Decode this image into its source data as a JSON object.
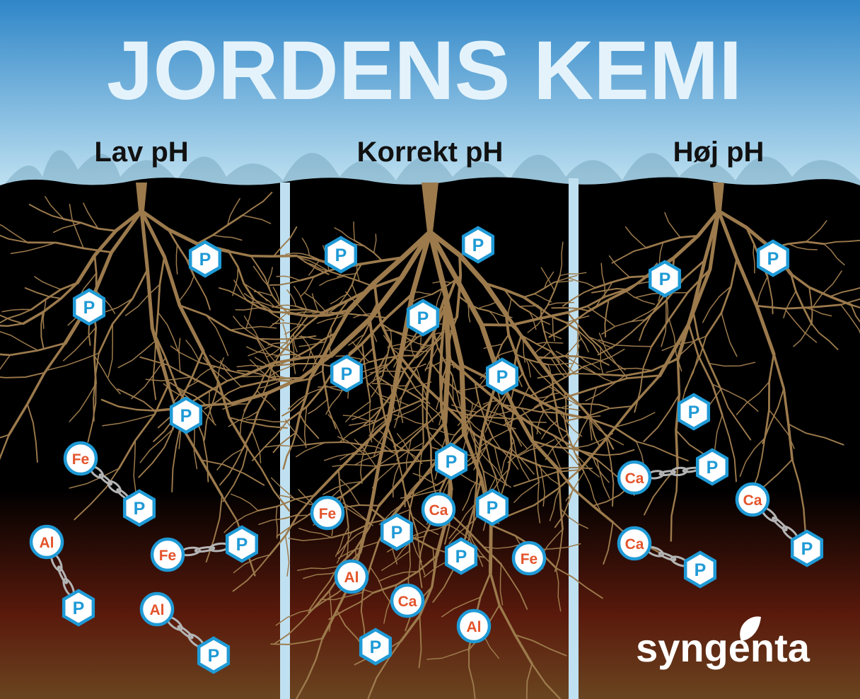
{
  "title": "JORDENS KEMI",
  "brand": "syngenta",
  "colors": {
    "sky_top": "#2f86c8",
    "sky_bottom": "#cdeaf5",
    "title": "#e4f3fb",
    "soil": "#000000",
    "soil_deep": "#5a1a0c",
    "soil_bottom": "#6a4520",
    "root": "#9c7a4c",
    "divider": "#bfe0f0",
    "phosphate_fill": "#ffffff",
    "phosphate_border": "#1f9ad6",
    "phosphate_text": "#1f9ad6",
    "metal_text": "#e3542b",
    "chain": "#b4b4b4"
  },
  "panels": [
    {
      "heading": "Lav pH",
      "root_size": "small",
      "free_ions": [
        "P",
        "P",
        "P"
      ],
      "bound_pairs": [
        [
          "Fe",
          "P"
        ],
        [
          "Al",
          "P"
        ],
        [
          "Fe",
          "P"
        ],
        [
          "Al",
          "P"
        ]
      ]
    },
    {
      "heading": "Korrekt pH",
      "root_size": "large",
      "free_ions": [
        "P",
        "P",
        "P",
        "P",
        "P",
        "P",
        "Fe",
        "Ca",
        "P",
        "P",
        "P",
        "Fe",
        "Al",
        "Ca",
        "Al",
        "P"
      ],
      "bound_pairs": []
    },
    {
      "heading": "Høj pH",
      "root_size": "small",
      "free_ions": [
        "P",
        "P",
        "P"
      ],
      "bound_pairs": [
        [
          "Ca",
          "P"
        ],
        [
          "Ca",
          "P"
        ],
        [
          "Ca",
          "P"
        ]
      ]
    }
  ]
}
